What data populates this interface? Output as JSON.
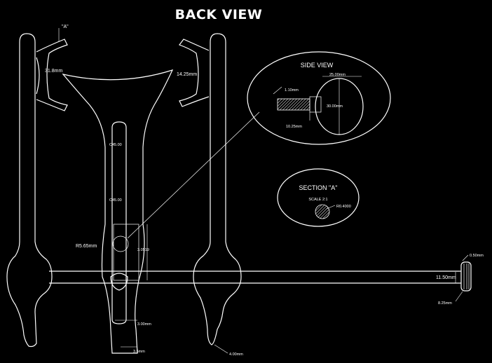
{
  "title": "BACK VIEW",
  "labels": {
    "detail_a": "\"A\"",
    "dim_left_clip": "31.8mm",
    "dim_right_clip": "14.25mm",
    "dim_ch1": "C45.00",
    "dim_ch2": "C45.00",
    "dim_radius": "R5.65mm",
    "dim_slot": "3.0519",
    "dim_bottom_slot": "3.00mm",
    "dim_bottom": "3.5mm",
    "dim_foot": "4.00mm",
    "dim_bar": "11.50mm",
    "dim_knob_top": "0.50mm",
    "dim_knob_bottom": "8.25mm"
  },
  "side_view": {
    "title": "SIDE VIEW",
    "dim_width": "25.00mm",
    "dim_pin": "1.10mm",
    "dim_height": "30.00mm",
    "dim_stem": "10.25mm"
  },
  "section_a": {
    "title": "SECTION \"A\"",
    "scale": "SCALE 2:1",
    "radius": "R0.4000"
  }
}
